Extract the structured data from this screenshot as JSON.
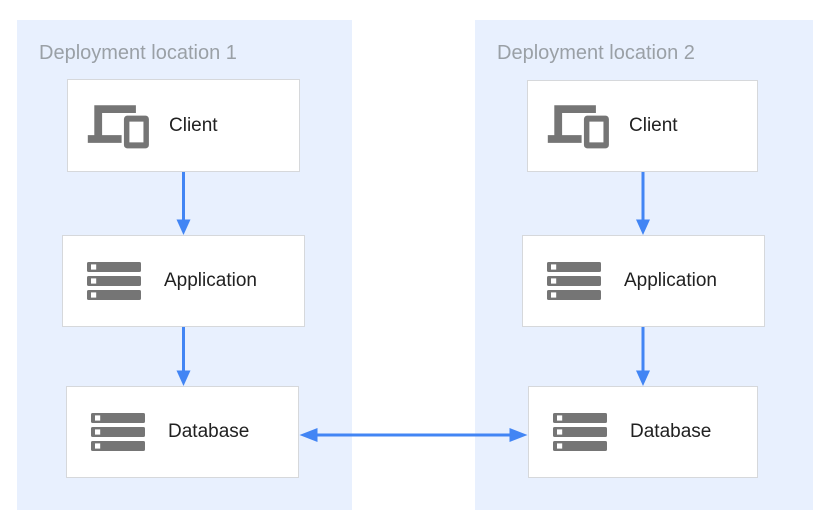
{
  "colors": {
    "page_bg": "#ffffff",
    "panel_bg": "#e8f0fe",
    "box_bg": "#ffffff",
    "box_border": "#d6d8db",
    "arrow": "#4285f4",
    "icon_gray": "#757575",
    "title_text": "#9aa0a6",
    "label_text": "#212121"
  },
  "panels": [
    {
      "title": "Deployment location 1",
      "nodes": [
        {
          "icon": "devices-icon",
          "label": "Client"
        },
        {
          "icon": "server-stack-icon",
          "label": "Application"
        },
        {
          "icon": "server-stack-icon",
          "label": "Database"
        }
      ]
    },
    {
      "title": "Deployment location 2",
      "nodes": [
        {
          "icon": "devices-icon",
          "label": "Client"
        },
        {
          "icon": "server-stack-icon",
          "label": "Application"
        },
        {
          "icon": "server-stack-icon",
          "label": "Database"
        }
      ]
    }
  ],
  "connections": [
    {
      "from": "Client",
      "to": "Application",
      "location": "Deployment location 1",
      "type": "one-way-down"
    },
    {
      "from": "Application",
      "to": "Database",
      "location": "Deployment location 1",
      "type": "one-way-down"
    },
    {
      "from": "Client",
      "to": "Application",
      "location": "Deployment location 2",
      "type": "one-way-down"
    },
    {
      "from": "Application",
      "to": "Database",
      "location": "Deployment location 2",
      "type": "one-way-down"
    },
    {
      "from": "Database (Deployment location 1)",
      "to": "Database (Deployment location 2)",
      "type": "two-way"
    }
  ]
}
